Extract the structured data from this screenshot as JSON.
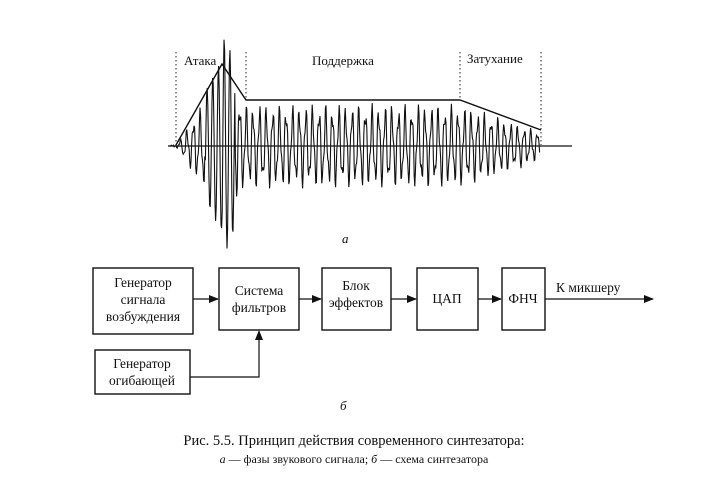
{
  "figure_a": {
    "phase_attack": "Атака",
    "phase_sustain": "Поддержка",
    "phase_decay": "Затухание",
    "sublabel": "а"
  },
  "figure_b": {
    "blocks": {
      "excitation_generator": [
        "Генератор",
        "сигнала",
        "возбуждения"
      ],
      "envelope_generator": [
        "Генератор",
        "огибающей"
      ],
      "filter_system": [
        "Система",
        "фильтров"
      ],
      "effects_block": [
        "Блок",
        "эффектов"
      ],
      "dac": [
        "ЦАП"
      ],
      "lpf": [
        "ФНЧ"
      ]
    },
    "output_label": "К микшеру",
    "sublabel": "б"
  },
  "caption": {
    "line1": "Рис. 5.5. Принцип действия современного синтезатора:",
    "line2_a": "а",
    "line2_mid": " — фазы звукового сигнала; ",
    "line2_b": "б",
    "line2_end": " — схема синтезатора"
  }
}
